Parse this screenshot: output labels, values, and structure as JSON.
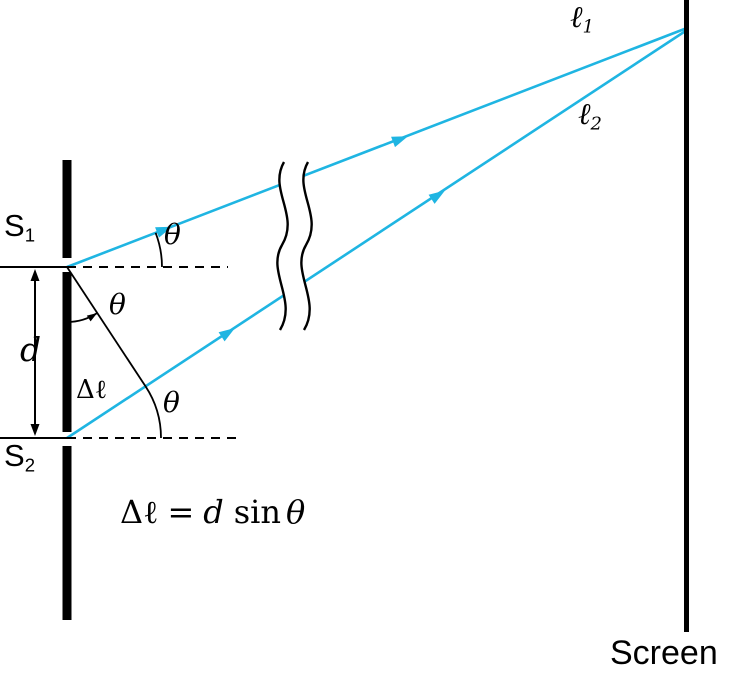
{
  "diagram": {
    "slit1": {
      "base": "S",
      "sub": "1"
    },
    "slit2": {
      "base": "S",
      "sub": "2"
    },
    "slit_separation": "d",
    "angle_top": "θ",
    "angle_mid": "θ",
    "angle_bottom": "θ",
    "path_difference": "Δℓ",
    "ray1": {
      "base": "ℓ",
      "sub": "1"
    },
    "ray2": {
      "base": "ℓ",
      "sub": "2"
    },
    "screen": "Screen"
  },
  "formula": {
    "lhs": "Δℓ",
    "equals": "=",
    "d": "d",
    "sin": "sin",
    "theta": "θ"
  },
  "colors": {
    "ray": "#1FB5E2",
    "line": "#000000",
    "background": "#FFFFFF"
  }
}
